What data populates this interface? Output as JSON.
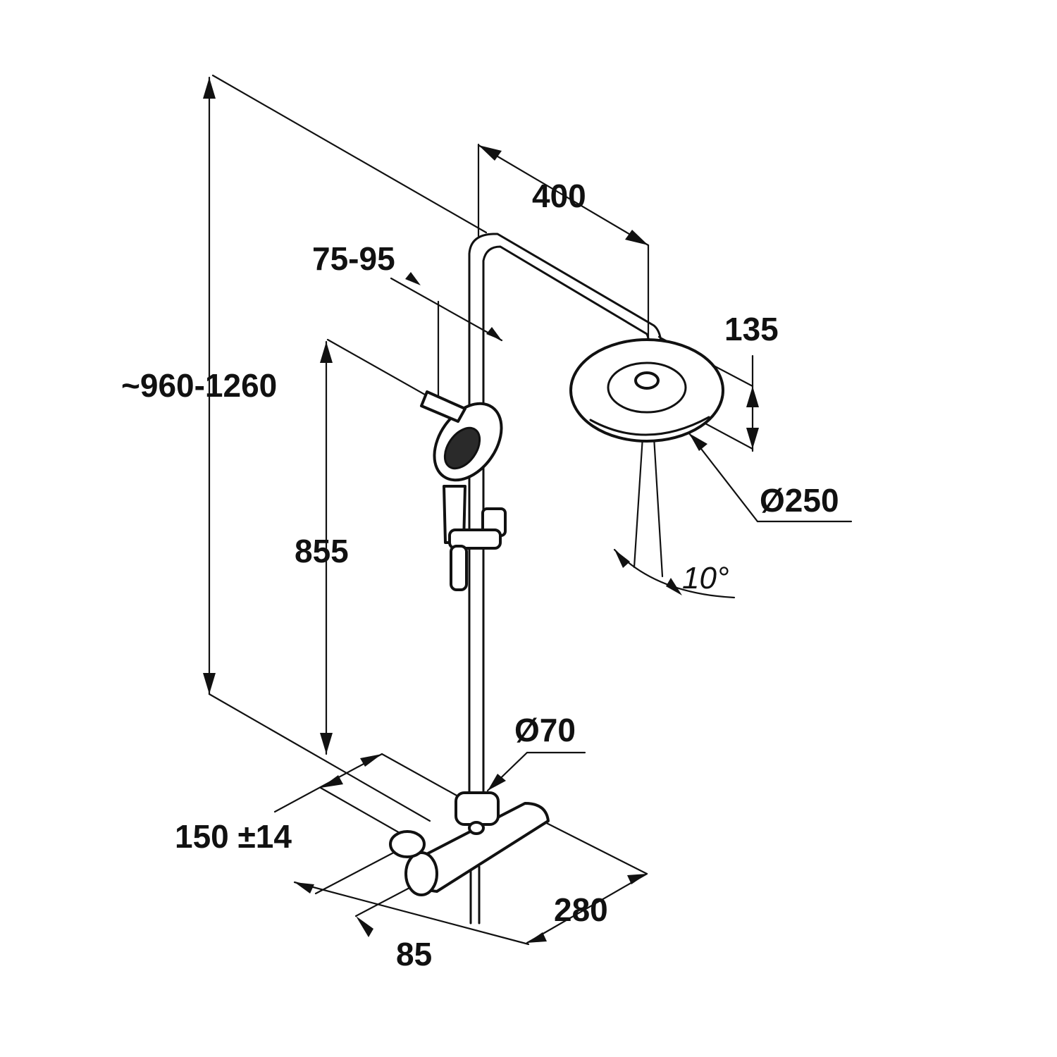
{
  "diagram": {
    "labels": {
      "overall_height": "~960-1260",
      "arm_length": "400",
      "slider_offset": "75-95",
      "head_height": "135",
      "head_diameter": "Ø250",
      "tilt_angle": "10°",
      "hand_shower_height": "855",
      "pipe_diameter": "Ø70",
      "inlet_spacing": "150 ±14",
      "mixer_width": "280",
      "wall_offset": "85"
    }
  }
}
